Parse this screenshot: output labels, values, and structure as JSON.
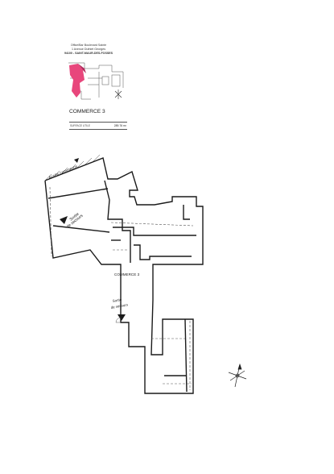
{
  "header": {
    "address_line_1": "Office/Bar Boulevard Sainte",
    "address_line_2": "1 Avenue Duthiet Georges",
    "address_line_3": "94100 - SAINT-MAUR-DES-FOSSES",
    "unit_title": "COMMERCE 3",
    "surface_label": "SURFACE UTILE",
    "surface_value": "289.76 m²"
  },
  "key_plan": {
    "highlight_color": "#e8467c"
  },
  "plan": {
    "room_label": "COMMERCE 3",
    "exit_label_top_line1": "Sortie",
    "exit_label_top_line2": "de secours",
    "exit_label_bottom_line1": "Sortie",
    "exit_label_bottom_line2": "de secours",
    "exit_label_side": "Accès commerce",
    "wall_color": "#1a1a1a"
  }
}
